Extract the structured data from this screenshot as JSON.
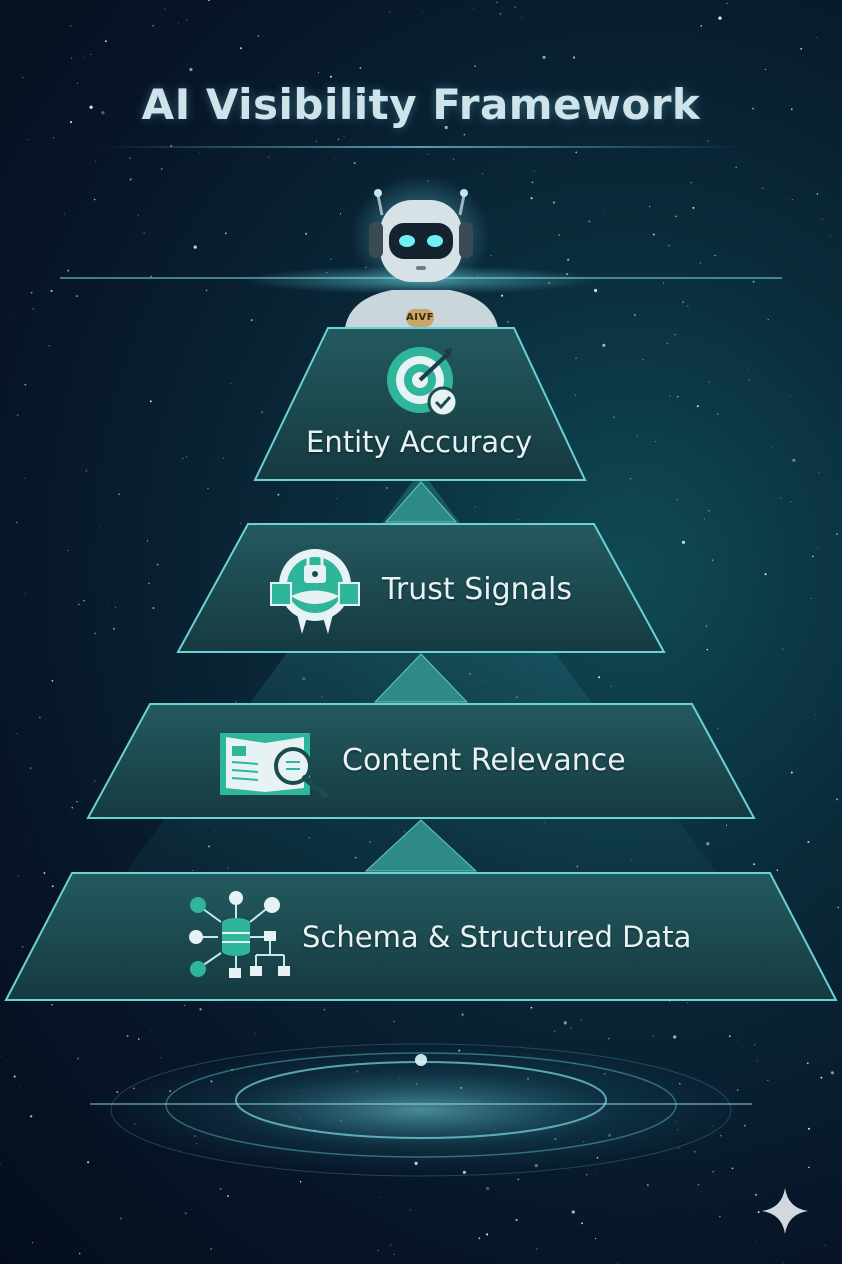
{
  "title": "AI Visibility Framework",
  "mascot": {
    "badge_text": "AIVF",
    "icon": "robot-icon"
  },
  "tiers": [
    {
      "label": "Entity Accuracy",
      "icon": "target-check-icon"
    },
    {
      "label": "Trust Signals",
      "icon": "handshake-badge-icon"
    },
    {
      "label": "Content Relevance",
      "icon": "book-search-icon"
    },
    {
      "label": "Schema & Structured Data",
      "icon": "data-network-icon"
    }
  ],
  "colors": {
    "tier_fill": "#1b4a4f",
    "tier_border": "#6ad1d4",
    "accent": "#2fb59a",
    "background": "#071628"
  },
  "watermark_icon": "sparkle-icon"
}
